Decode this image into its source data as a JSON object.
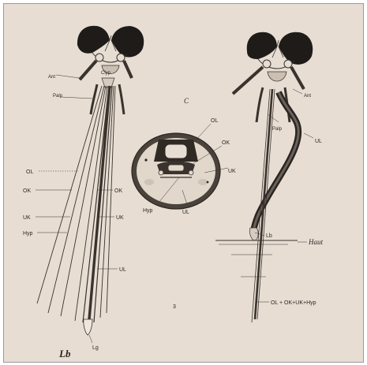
{
  "labels": {
    "left": {
      "ant": "Ant",
      "clyp": "Clyp",
      "palp": "Palp",
      "ol": "OL",
      "ok_left": "OK",
      "ok_right": "OK",
      "uk_left": "UK",
      "uk_right": "UK",
      "hyp": "Hyp",
      "ul": "UL",
      "lg": "Lg",
      "lb": "Lb"
    },
    "center": {
      "panel_letter": "C",
      "ol": "OL",
      "ok": "OK",
      "uk": "UK",
      "hyp": "Hyp",
      "ul": "UL",
      "figure_number": "3"
    },
    "right": {
      "ant": "Ant",
      "palp": "Palp",
      "ul": "UL",
      "lb": "Lb",
      "haut": "Haut",
      "stylet_bundle": "OL + OK+UK+Hyp"
    }
  }
}
